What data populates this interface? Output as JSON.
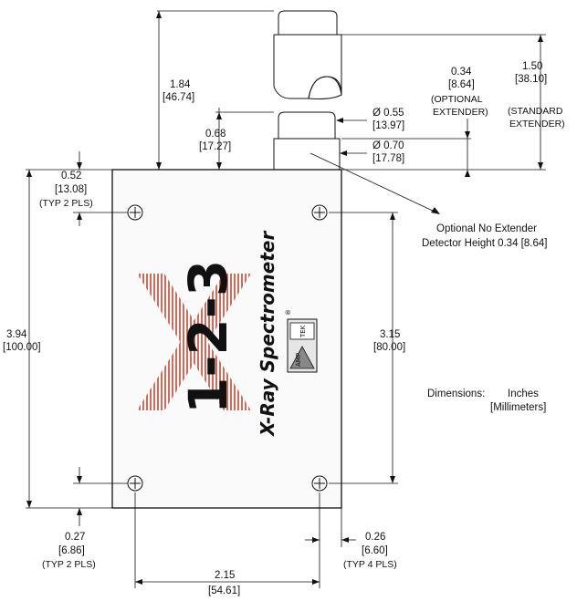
{
  "dims": {
    "top_height": {
      "in": "1.84",
      "mm": "[46.74]"
    },
    "stem_height": {
      "in": "0.68",
      "mm": "[17.27]"
    },
    "optional_extender": {
      "in": "0.34",
      "mm": "[8.64]",
      "l1": "(OPTIONAL",
      "l2": "EXTENDER)"
    },
    "standard_extender": {
      "in": "1.50",
      "mm": "[38.10]",
      "l1": "(STANDARD",
      "l2": "EXTENDER)"
    },
    "dia_small": {
      "in": "Ø  0.55",
      "mm": "[13.97]"
    },
    "dia_large": {
      "in": "Ø  0.70",
      "mm": "[17.78]"
    },
    "hole_top_offset": {
      "in": "0.52",
      "mm": "[13.08]",
      "note": "(TYP  2  PLS)"
    },
    "body_height": {
      "in": "3.94",
      "mm": "[100.00]"
    },
    "hole_spacing_v": {
      "in": "3.15",
      "mm": "[80.00]"
    },
    "hole_bottom_offset": {
      "in": "0.27",
      "mm": "[6.86]",
      "note": "(TYP  2  PLS)"
    },
    "hole_side_offset": {
      "in": "0.26",
      "mm": "[6.60]",
      "note": "(TYP  4  PLS)"
    },
    "hole_spacing_h": {
      "in": "2.15",
      "mm": "[54.61]"
    }
  },
  "callout": {
    "line1": "Optional No Extender",
    "line2": "Detector Height 0.34 [8.64]"
  },
  "units": {
    "label": "Dimensions:",
    "primary": "Inches",
    "secondary": "[Millimeters]"
  },
  "product": {
    "logo_text": "1-2-3",
    "name": "X-Ray Spectrometer",
    "badge_top": "TEK",
    "badge_bottom": "AMP",
    "registered": "®"
  },
  "colors": {
    "x_stripes": "#c8553f",
    "ink": "#111111"
  }
}
